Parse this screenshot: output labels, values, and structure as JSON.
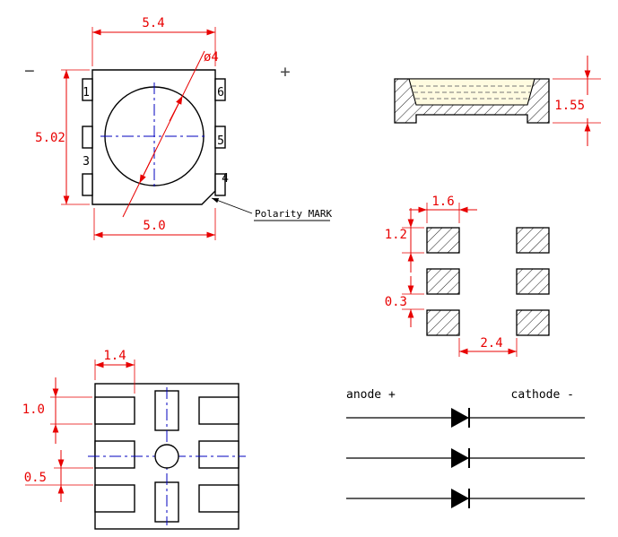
{
  "colors": {
    "dimension": "#e80000",
    "outline": "#000000",
    "centerline": "#0000bf",
    "lens_fill": "#fffbe0",
    "sign": "#4a4a4a"
  },
  "top_view": {
    "polarity_minus": "−",
    "polarity_plus": "+",
    "dim_width_top": "5.4",
    "dim_lens_diameter": "ø4",
    "dim_height_left": "5.02",
    "dim_width_bottom": "5.0",
    "pin_labels": {
      "pin1": "1",
      "pin3": "3",
      "pin6": "6",
      "pin5": "5",
      "pin4": "4"
    },
    "polarity_mark_label": "Polarity MARK"
  },
  "side_view": {
    "dim_height": "1.55"
  },
  "solder_pad_layout": {
    "dim_pad_width": "1.6",
    "dim_pad_height": "1.2",
    "dim_row_gap": "0.3",
    "dim_column_gap": "2.4"
  },
  "bottom_view": {
    "dim_pad_width": "1.4",
    "dim_pad_height": "1.0",
    "dim_pad_gap": "0.5"
  },
  "circuit_diagram": {
    "anode_label": "anode +",
    "cathode_label": "cathode -"
  }
}
